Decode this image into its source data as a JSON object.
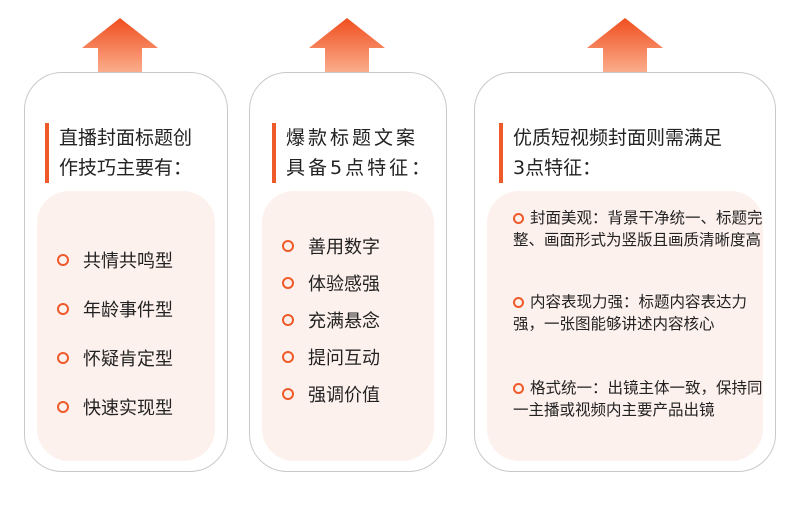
{
  "colors": {
    "accent": "#ef5a2a",
    "card_border": "#c9c9c9",
    "inner_fill": "#fdf1ed",
    "text": "#222222"
  },
  "cards": [
    {
      "title_line1": "直播封面标题创",
      "title_line2": "作技巧主要有：",
      "items": [
        "共情共鸣型",
        "年龄事件型",
        "怀疑肯定型",
        "快速实现型"
      ]
    },
    {
      "title_line1": "爆款标题文案",
      "title_line2": "具备5点特征：",
      "items": [
        "善用数字",
        "体验感强",
        "充满悬念",
        "提问互动",
        "强调价值"
      ]
    },
    {
      "title_line1": "优质短视频封面则需满足",
      "title_line2": "3点特征：",
      "features": [
        "封面美观：背景干净统一、标题完整、画面形式为竖版且画质清晰度高",
        "内容表现力强：标题内容表达力强，一张图能够讲述内容核心",
        "格式统一：出镜主体一致，保持同一主播或视频内主要产品出镜"
      ]
    }
  ]
}
